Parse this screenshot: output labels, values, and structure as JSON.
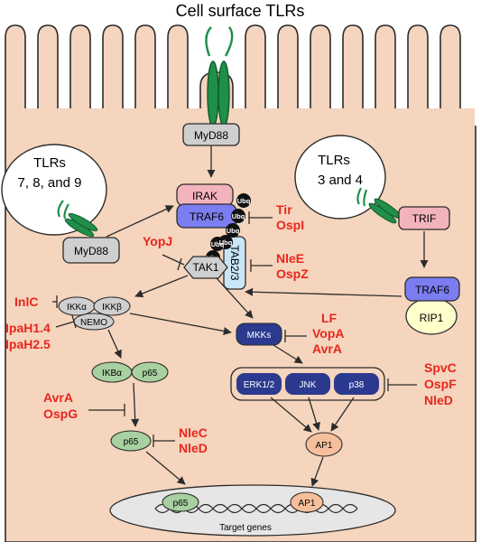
{
  "title": "Cell surface TLRs",
  "colors": {
    "cell_fill": "#f5d5bd",
    "membrane": "#2b2b2b",
    "receptor": "#1f8f4a",
    "inhibitor_red": "#e8261f",
    "gray_node": "#cfcfcf",
    "pink_node": "#f3b3bd",
    "purple_node": "#7b7df0",
    "navy_node": "#2b3a8f",
    "green_node": "#a8d0a0",
    "peach_node": "#f6bf9b",
    "light_blue_node": "#c9e6f6"
  },
  "nodes": {
    "myd88_top": "MyD88",
    "myd88_left": "MyD88",
    "irak": "IRAK",
    "traf6": "TRAF6",
    "tab23": "TAB2/3",
    "tak1": "TAK1",
    "ikka": "IKKα",
    "ikkb": "IKKβ",
    "nemo": "NEMO",
    "ikba": "IKBα",
    "p65_complex": "p65",
    "p65_free": "p65",
    "mkks": "MKKs",
    "erk": "ERK1/2",
    "jnk": "JNK",
    "p38": "p38",
    "ap1": "AP1",
    "trif": "TRIF",
    "traf6_right": "TRAF6",
    "rip1": "RIP1",
    "nucleus_p65": "p65",
    "nucleus_ap1": "AP1",
    "target_genes": "Target genes",
    "ubq": [
      "Ubq",
      "Ubq",
      "Ubq",
      "Ubq",
      "Ubq",
      "Ubq",
      "Ubq"
    ]
  },
  "endosomes": {
    "left": {
      "line1": "TLRs",
      "line2": "7, 8, and 9"
    },
    "right": {
      "line1": "TLRs",
      "line2": "3 and 4"
    }
  },
  "inhibitors": {
    "tir_ospi": [
      "Tir",
      "OspI"
    ],
    "yopj": [
      "YopJ"
    ],
    "nlee_ospz": [
      "NleE",
      "OspZ"
    ],
    "inlc": [
      "InlC"
    ],
    "ipah": [
      "IpaH1.4",
      "IpaH2.5"
    ],
    "lf_vopa_avra": [
      "LF",
      "VopA",
      "AvrA"
    ],
    "spvc_ospf_nled": [
      "SpvC",
      "OspF",
      "NleD"
    ],
    "avra_ospg": [
      "AvrA",
      "OspG"
    ],
    "nlec_nled": [
      "NleC",
      "NleD"
    ]
  }
}
